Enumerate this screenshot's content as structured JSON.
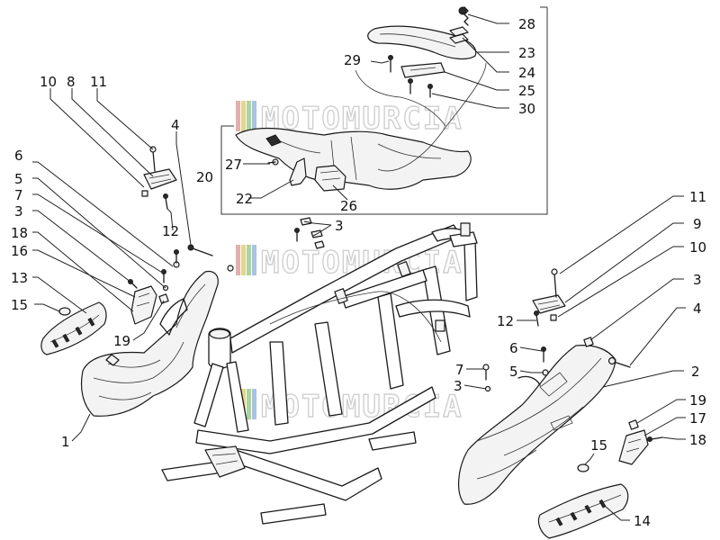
{
  "watermark": {
    "text": "MOTOMURCIA",
    "stripe_colors": [
      "#e2b0b0",
      "#e6d58a",
      "#a9d4a0",
      "#a8c4e0"
    ]
  },
  "callouts": [
    {
      "id": "c-10-left",
      "label": "10"
    },
    {
      "id": "c-8",
      "label": "8"
    },
    {
      "id": "c-11-left",
      "label": "11"
    },
    {
      "id": "c-4-left",
      "label": "4"
    },
    {
      "id": "c-6-left",
      "label": "6"
    },
    {
      "id": "c-5-left",
      "label": "5"
    },
    {
      "id": "c-7-left",
      "label": "7"
    },
    {
      "id": "c-3-left",
      "label": "3"
    },
    {
      "id": "c-18-left",
      "label": "18"
    },
    {
      "id": "c-16",
      "label": "16"
    },
    {
      "id": "c-13",
      "label": "13"
    },
    {
      "id": "c-15-left",
      "label": "15"
    },
    {
      "id": "c-19-left",
      "label": "19"
    },
    {
      "id": "c-1",
      "label": "1"
    },
    {
      "id": "c-12-left",
      "label": "12"
    },
    {
      "id": "c-3-center",
      "label": "3"
    },
    {
      "id": "c-20",
      "label": "20"
    },
    {
      "id": "c-27",
      "label": "27"
    },
    {
      "id": "c-22",
      "label": "22"
    },
    {
      "id": "c-26",
      "label": "26"
    },
    {
      "id": "c-28",
      "label": "28"
    },
    {
      "id": "c-23",
      "label": "23"
    },
    {
      "id": "c-29",
      "label": "29"
    },
    {
      "id": "c-24",
      "label": "24"
    },
    {
      "id": "c-25",
      "label": "25"
    },
    {
      "id": "c-30",
      "label": "30"
    },
    {
      "id": "c-11-right",
      "label": "11"
    },
    {
      "id": "c-9",
      "label": "9"
    },
    {
      "id": "c-10-right",
      "label": "10"
    },
    {
      "id": "c-3-right",
      "label": "3"
    },
    {
      "id": "c-12-right",
      "label": "12"
    },
    {
      "id": "c-4-right",
      "label": "4"
    },
    {
      "id": "c-6-right",
      "label": "6"
    },
    {
      "id": "c-7-right",
      "label": "7"
    },
    {
      "id": "c-5-right",
      "label": "5"
    },
    {
      "id": "c-3-lower",
      "label": "3"
    },
    {
      "id": "c-2",
      "label": "2"
    },
    {
      "id": "c-19-right",
      "label": "19"
    },
    {
      "id": "c-17",
      "label": "17"
    },
    {
      "id": "c-15-right",
      "label": "15"
    },
    {
      "id": "c-18-right",
      "label": "18"
    },
    {
      "id": "c-14",
      "label": "14"
    }
  ]
}
